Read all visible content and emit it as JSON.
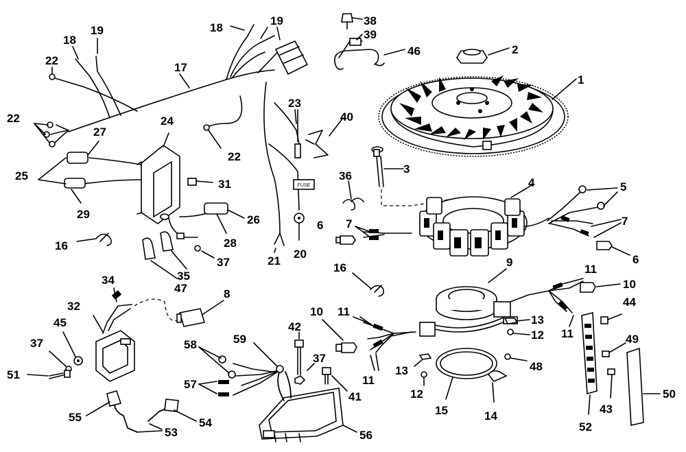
{
  "diagram": {
    "labels": {
      "l1": "1",
      "l2": "2",
      "l3": "3",
      "l4": "4",
      "l5": "5",
      "l6a": "6",
      "l6b": "6",
      "l7a": "7",
      "l7b": "7",
      "l8": "8",
      "l9": "9",
      "l10a": "10",
      "l10b": "10",
      "l11a": "11",
      "l11b": "11",
      "l11c": "11",
      "l11d": "11",
      "l12a": "12",
      "l12b": "12",
      "l13a": "13",
      "l13b": "13",
      "l14": "14",
      "l15": "15",
      "l16a": "16",
      "l16b": "16",
      "l17": "17",
      "l18a": "18",
      "l18b": "18",
      "l19a": "19",
      "l19b": "19",
      "l20": "20",
      "l21": "21",
      "l22a": "22",
      "l22b": "22",
      "l22c": "22",
      "l23": "23",
      "l24": "24",
      "l25": "25",
      "l26": "26",
      "l27": "27",
      "l28": "28",
      "l29": "29",
      "l31": "31",
      "l32": "32",
      "l34": "34",
      "l35": "35",
      "l36": "36",
      "l37a": "37",
      "l37b": "37",
      "l37c": "37",
      "l38": "38",
      "l39": "39",
      "l40": "40",
      "l41": "41",
      "l42": "42",
      "l43": "43",
      "l44": "44",
      "l45": "45",
      "l46": "46",
      "l47": "47",
      "l48": "48",
      "l49": "49",
      "l50": "50",
      "l51": "51",
      "l52": "52",
      "l53": "53",
      "l54": "54",
      "l55": "55",
      "l56": "56",
      "l57": "57",
      "l58": "58",
      "l59": "59"
    },
    "fuse_tag": "FUSE"
  }
}
